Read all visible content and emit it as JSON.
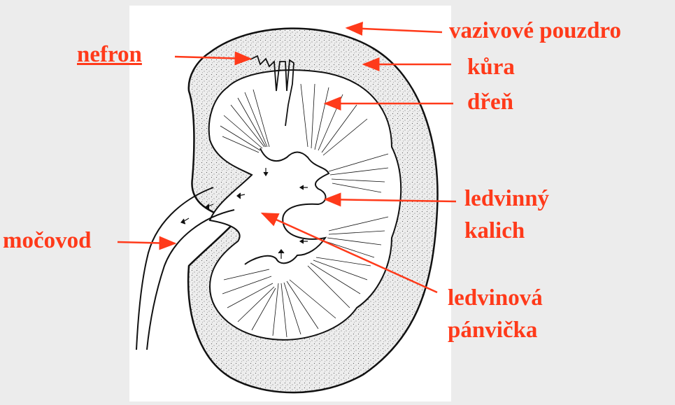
{
  "labels": {
    "capsule": "vazivové pouzdro",
    "cortex": "kůra",
    "medulla": "dřeň",
    "nephron": "nefron",
    "calyx_line1": "ledvinný",
    "calyx_line2": "kalich",
    "pelvis_line1": "ledvinová",
    "pelvis_line2": "pánvička",
    "ureter": "močovod"
  },
  "colors": {
    "label": "#ff3a1a",
    "background": "#ececec",
    "diagram_bg": "#ffffff",
    "ink": "#111111",
    "cortex_fill": "#d9d9d9"
  }
}
